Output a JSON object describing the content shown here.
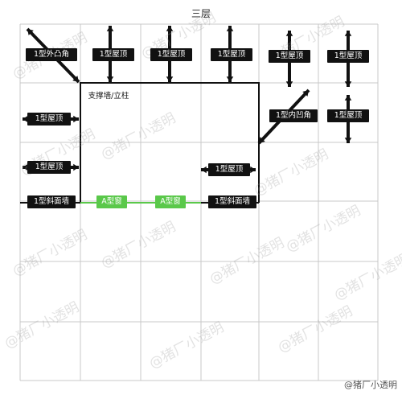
{
  "title": "三层",
  "labels": {
    "outer_corner": "1型外凸角",
    "roof": "1型屋顶",
    "support": "支撑墙/立柱",
    "inner_corner": "1型内凹角",
    "slope_wall": "1型斜面墙",
    "window": "A型窗"
  },
  "watermark": "@猪厂小透明",
  "credit": "@猪厂小透明",
  "colors": {
    "window": "#5ac84a",
    "label_bg": "#111111",
    "grid": "#c8c8c8"
  }
}
